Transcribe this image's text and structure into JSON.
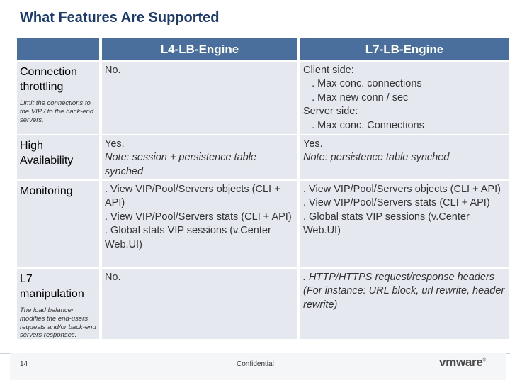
{
  "slide": {
    "title": "What Features Are Supported"
  },
  "table": {
    "headers": [
      "L4-LB-Engine",
      "L7-LB-Engine"
    ],
    "rows": [
      {
        "label": "Connection throttling",
        "sublabel": "Limit the connections to the VIP / to the back-end servers.",
        "l4": [
          "No."
        ],
        "l7": [
          "Client side:",
          "   . Max conc. connections",
          "   . Max new conn / sec",
          "Server side:",
          "   . Max conc. Connections"
        ]
      },
      {
        "label": "High Availability",
        "sublabel": "",
        "l4": [
          "Yes.",
          "Note: session + persistence table synched"
        ],
        "l7": [
          "Yes.",
          "Note: persistence table synched"
        ]
      },
      {
        "label": "Monitoring",
        "sublabel": "",
        "l4": [
          ". View VIP/Pool/Servers objects (CLI + API)",
          ". View VIP/Pool/Servers stats (CLI + API)",
          ". Global stats VIP sessions (v.Center Web.UI)"
        ],
        "l7": [
          ". View VIP/Pool/Servers objects (CLI + API)",
          ". View VIP/Pool/Servers stats (CLI + API)",
          ". Global stats VIP sessions (v.Center Web.UI)"
        ]
      },
      {
        "label": "L7 manipulation",
        "sublabel": "The load balancer modifies the end-users requests and/or back-end servers responses.",
        "l4": [
          "No."
        ],
        "l7": [
          ". HTTP/HTTPS request/response headers",
          "(For instance: URL block, url rewrite, header rewrite)"
        ]
      }
    ]
  },
  "footer": {
    "page_number": "14",
    "confidential": "Confidential",
    "logo_text": "vmware",
    "logo_mark": "®"
  },
  "colors": {
    "title": "#1c3a6b",
    "header_bg": "#4a6f9c",
    "cell_bg": "#e5e8ef"
  }
}
